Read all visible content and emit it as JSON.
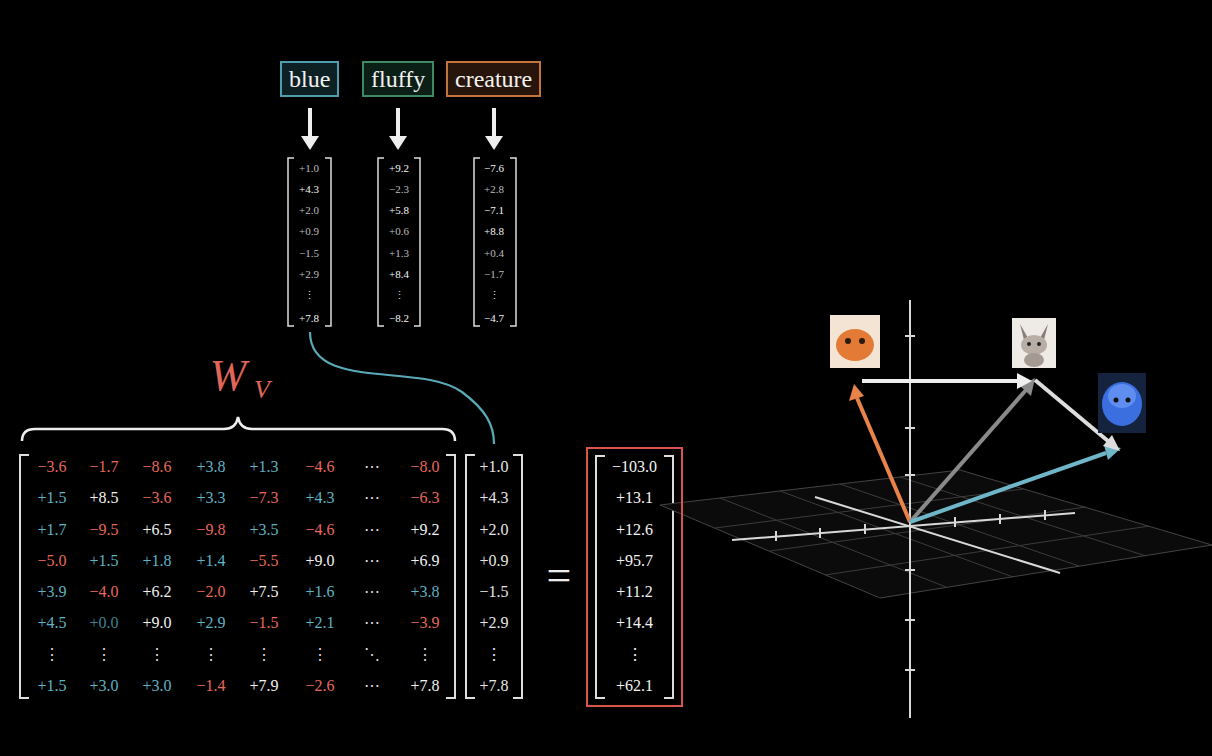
{
  "diagram": {
    "nodes": [
      {
        "text": [
          "blue"
        ]
      },
      {
        "text": [
          "fluffy"
        ]
      },
      {
        "text": [
          "creature"
        ]
      },
      {
        "text": [
          "−103.0",
          "+13.1",
          "+12.6",
          "+95.7",
          "+11.2",
          "+14.4",
          "⋮",
          "+62.1"
        ]
      }
    ],
    "labels": [
      "+1.0",
      "+4.3",
      "+2.0",
      "+0.9",
      "−1.5",
      "+2.9",
      "⋮",
      "+7.8",
      "+9.2",
      "−2.3",
      "+5.8",
      "+0.6",
      "+1.3",
      "+8.4",
      "⋮",
      "−8.2",
      "−7.6",
      "+2.8",
      "−7.1",
      "+8.8",
      "+0.4",
      "−1.7",
      "⋮",
      "−4.7",
      "W",
      "V",
      "−3.6",
      "−1.7",
      "−8.6",
      "+3.8",
      "+1.3",
      "−4.6",
      "⋯",
      "−8.0",
      "+1.5",
      "+8.5",
      "−3.6",
      "+3.3",
      "−7.3",
      "+4.3",
      "⋯",
      "−6.3",
      "+1.7",
      "−9.5",
      "+6.5",
      "−9.8",
      "+3.5",
      "−4.6",
      "⋯",
      "+9.2",
      "−5.0",
      "+1.5",
      "+1.8",
      "+1.4",
      "−5.5",
      "+9.0",
      "⋯",
      "+6.9",
      "+3.9",
      "−4.0",
      "+6.2",
      "−2.0",
      "+7.5",
      "+1.6",
      "⋯",
      "+3.8",
      "+4.5",
      "+0.0",
      "+9.0",
      "+2.9",
      "−1.5",
      "+2.1",
      "⋯",
      "−3.9",
      "⋮",
      "⋮",
      "⋮",
      "⋮",
      "⋮",
      "⋮",
      "⋱",
      "⋮",
      "+1.5",
      "+3.0",
      "+3.0",
      "−1.4",
      "+7.9",
      "−2.6",
      "⋯",
      "+7.8",
      "+1.0",
      "+4.3",
      "+2.0",
      "+0.9",
      "−1.5",
      "+2.9",
      "⋮",
      "+7.8",
      "="
    ]
  }
}
